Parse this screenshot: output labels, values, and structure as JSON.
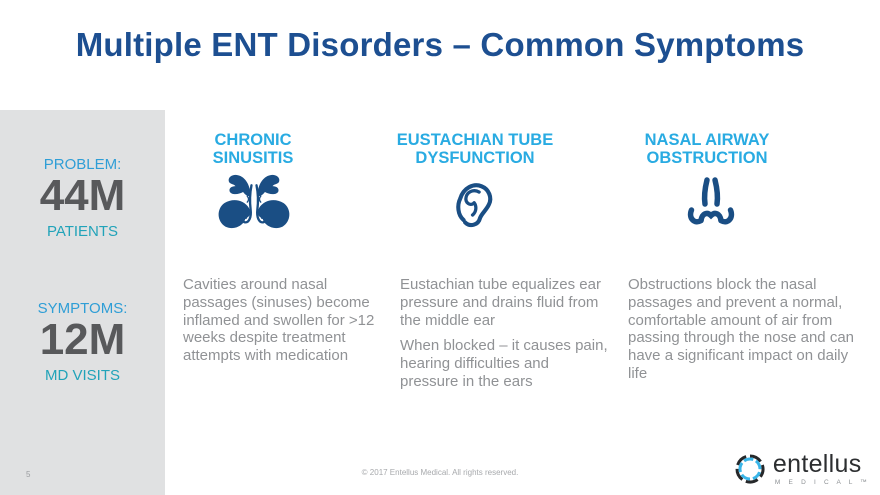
{
  "slide": {
    "title": "Multiple ENT Disorders – Common Symptoms",
    "page_number": "5",
    "copyright": "© 2017 Entellus Medical. All rights reserved."
  },
  "sidebar": {
    "stats": [
      {
        "label": "PROBLEM:",
        "value": "44M",
        "sublabel": "PATIENTS"
      },
      {
        "label": "SYMPTOMS:",
        "value": "12M",
        "sublabel": "MD VISITS"
      }
    ]
  },
  "columns": [
    {
      "title_line1": "CHRONIC",
      "title_line2": "SINUSITIS",
      "icon": "sinus-icon",
      "paragraphs": [
        "Cavities around nasal passages (sinuses) become inflamed and swollen for >12 weeks despite treatment attempts with medication"
      ]
    },
    {
      "title_line1": "EUSTACHIAN TUBE",
      "title_line2": "DYSFUNCTION",
      "icon": "ear-icon",
      "paragraphs": [
        "Eustachian tube equalizes ear pressure and drains fluid from the middle ear",
        "When blocked – it causes pain, hearing difficulties and pressure in the ears"
      ]
    },
    {
      "title_line1": "NASAL AIRWAY",
      "title_line2": "OBSTRUCTION",
      "icon": "nose-icon",
      "paragraphs": [
        "Obstructions block the nasal passages and prevent a normal, comfortable amount of air from passing through the nose and can have a significant impact on daily life"
      ]
    }
  ],
  "logo": {
    "name": "entellus",
    "sub": "M E D I C A L ™"
  },
  "colors": {
    "title_navy": "#1d4f91",
    "header_cyan": "#29abe2",
    "icon_blue": "#1a4e84",
    "stat_label_blue": "#2f9ed6",
    "stat_sub_teal": "#21a3b9",
    "stat_value_gray": "#58595b",
    "body_gray": "#909295",
    "sidebar_bg": "#e0e1e2",
    "logo_swirl_cyan": "#39b5e8",
    "logo_swirl_black": "#26282a"
  }
}
